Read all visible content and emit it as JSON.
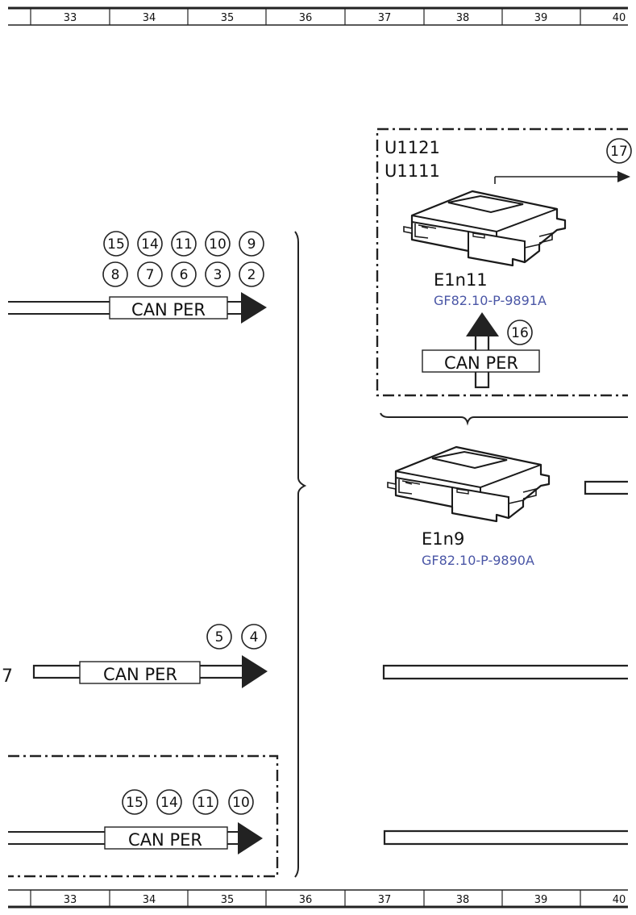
{
  "ruler": {
    "top": [
      "33",
      "34",
      "35",
      "36",
      "37",
      "38",
      "39",
      "40"
    ],
    "bottom": [
      "33",
      "34",
      "35",
      "36",
      "37",
      "38",
      "39",
      "40"
    ]
  },
  "connectors": {
    "top_row1": [
      "15",
      "14",
      "11",
      "10",
      "9"
    ],
    "top_row2": [
      "8",
      "7",
      "6",
      "3",
      "2"
    ],
    "mid": [
      "5",
      "4"
    ],
    "bottom": [
      "15",
      "14",
      "11",
      "10"
    ],
    "right_16": "16",
    "right_17": "17"
  },
  "bus_labels": {
    "top": "CAN PER",
    "mid": "CAN PER",
    "bottom": "CAN PER",
    "right": "CAN PER"
  },
  "boxes": {
    "u1121": "U1121",
    "u1111": "U1111"
  },
  "devices": {
    "e1n11": {
      "name": "E1n11",
      "ref": "GF82.10-P-9891A"
    },
    "e1n9": {
      "name": "E1n9",
      "ref": "GF82.10-P-9890A"
    }
  },
  "edge_text": "7",
  "colors": {
    "line": "#1a1a1a",
    "ref_link": "#4a56a6"
  }
}
